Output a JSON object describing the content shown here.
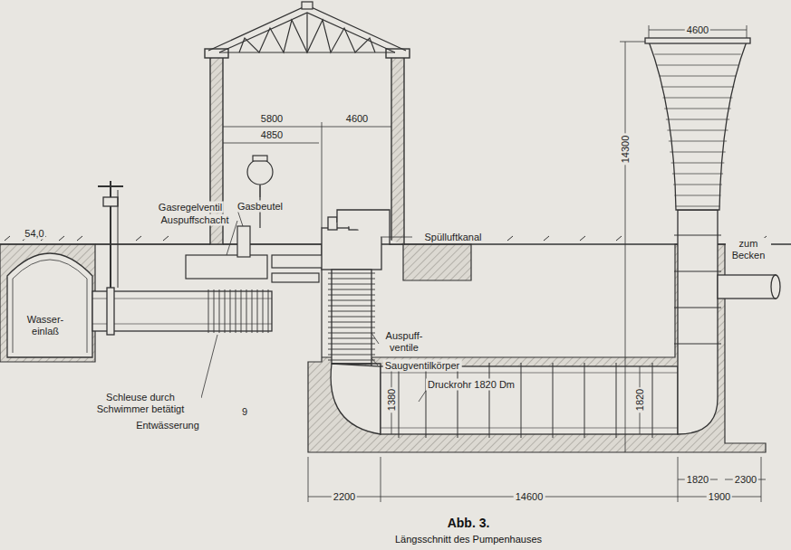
{
  "diagram": {
    "title": "Abb. 3.",
    "caption": "Längsschnitt des Pumpenhauses",
    "labels": [
      "4600",
      "5800",
      "4600",
      "4850",
      "14300",
      "Gasbeutel",
      "Gasregelventil",
      "Auspuffschacht",
      "54,0",
      "Spülluftkanal",
      "zum Becken",
      "Wasser- einlaß",
      "Auspuff- ventile",
      "Saugventilkörper",
      "Druckrohr 1820 Dm",
      "Schleuse durch Schwimmer betätigt",
      "9",
      "Entwässerung",
      "1380",
      "1820",
      "2300",
      "1820",
      "2200",
      "14600",
      "1900"
    ]
  }
}
